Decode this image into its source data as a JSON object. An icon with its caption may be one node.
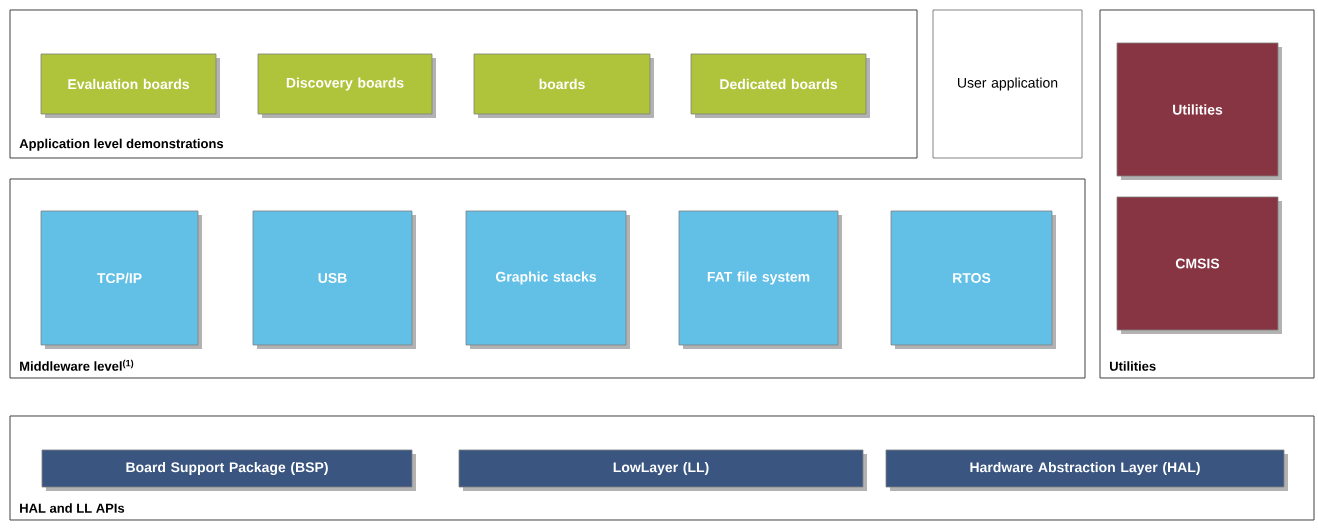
{
  "diagram": {
    "nodes": [
      {
        "text": [
          "Application level demonstrations"
        ]
      },
      {
        "text": [
          "Evaluation boards"
        ],
        "in": 0
      },
      {
        "text": [
          "Discovery boards"
        ],
        "in": 0
      },
      {
        "text": [
          "boards"
        ],
        "in": 0
      },
      {
        "text": [
          "Dedicated boards"
        ],
        "in": 0
      },
      {
        "text": [
          "User application"
        ]
      },
      {
        "text": [
          "Utilities"
        ]
      },
      {
        "text": [
          "Utilities"
        ],
        "in": 6
      },
      {
        "text": [
          "CMSIS"
        ],
        "in": 6
      },
      {
        "text": [
          "Middleware level$^{(1)}$"
        ]
      },
      {
        "text": [
          "TCP/IP"
        ],
        "in": 9
      },
      {
        "text": [
          "USB"
        ],
        "in": 9
      },
      {
        "text": [
          "Graphic stacks"
        ],
        "in": 9
      },
      {
        "text": [
          "FAT file system"
        ],
        "in": 9
      },
      {
        "text": [
          "RTOS"
        ],
        "in": 9
      },
      {
        "text": [
          "HAL and LL APIs"
        ]
      },
      {
        "text": [
          "Board Support Package (BSP)"
        ],
        "in": 15
      },
      {
        "text": [
          "LowLayer (LL)"
        ],
        "in": 15
      },
      {
        "text": [
          "Hardware Abstraction Layer (HAL)"
        ],
        "in": 15
      }
    ]
  }
}
